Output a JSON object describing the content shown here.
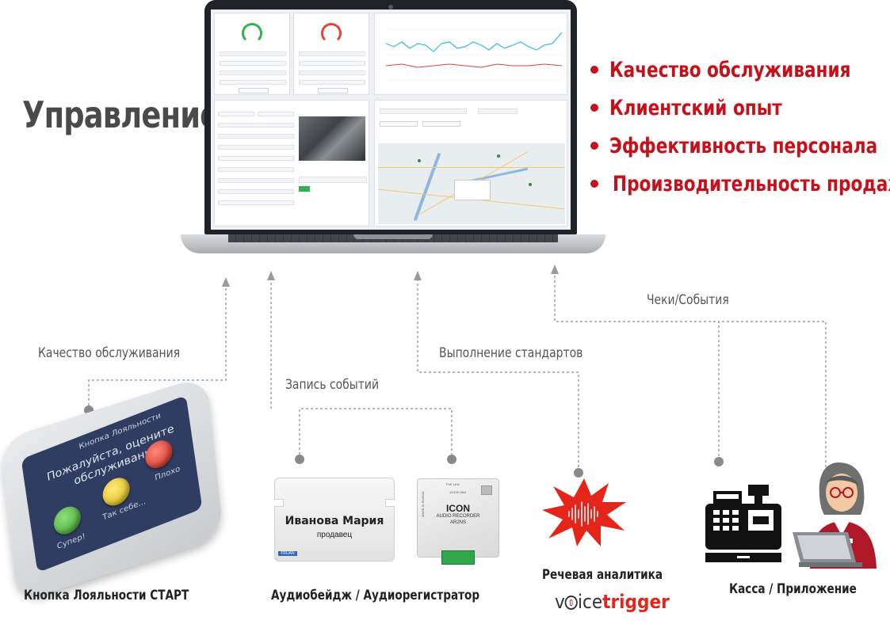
{
  "title": "Управление:",
  "bullets": [
    "Качество обслуживания",
    "Клиентский опыт",
    "Эффективность персонала",
    "Производительность продаж"
  ],
  "colors": {
    "accent_red": "#c8101a",
    "title_gray": "#4a4a4a",
    "connector": "#888888"
  },
  "connections": [
    {
      "label": "Качество обслуживания"
    },
    {
      "label": "Запись событий"
    },
    {
      "label": "Выполнение стандартов"
    },
    {
      "label": "Чеки/События"
    }
  ],
  "devices": {
    "loyalty_button": {
      "caption": "Кнопка Лояльности СТАРТ",
      "face_header": "Кнопка Лояльности",
      "face_text_line1": "Пожалуйста, оцените",
      "face_text_line2": "обслуживание!",
      "labels": [
        "Супер!",
        "Так себе...",
        "Плохо"
      ]
    },
    "badge": {
      "name": "Иванова Мария",
      "role": "продавец",
      "logo": "FRUAN"
    },
    "recorder": {
      "ports": "PoE LAN",
      "title": "ICON",
      "subtitle": "AUDIO RECORDER",
      "model": "AR2NS",
      "made_in": "MADE IN RUSSIA",
      "speed": "10/100 Mbit"
    },
    "audio_caption": "Аудиобейдж / Аудиорегистратор",
    "speech": {
      "caption": "Речевая аналитика",
      "brand_part1": "v",
      "brand_part2": "ice",
      "brand_part3": "trigger"
    },
    "register_caption": "Касса / Приложение"
  }
}
